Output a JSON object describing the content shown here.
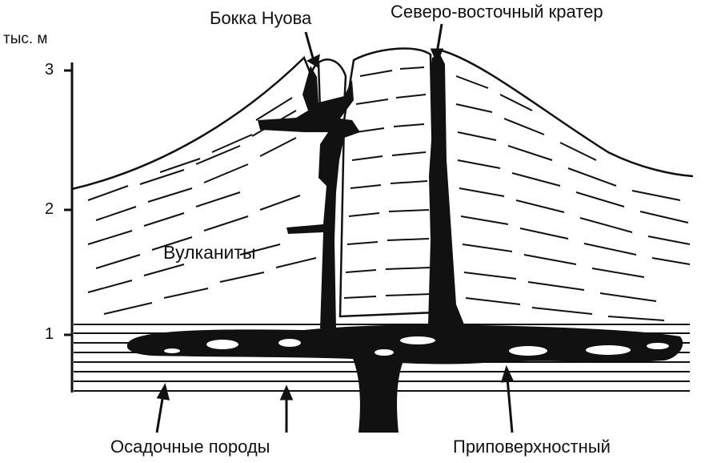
{
  "labels": {
    "bocca_nuova": "Бокка Нуова",
    "ne_crater": "Северо-восточный кратер",
    "volcanics": "Вулканиты",
    "sedimentary": "Осадочные породы",
    "near_surface": "Приповерхностный"
  },
  "axis": {
    "unit": "тыс. м",
    "ticks": [
      "3",
      "2",
      "1"
    ]
  },
  "colors": {
    "magma": "#111111",
    "line": "#1a1a1a",
    "background": "#ffffff"
  }
}
